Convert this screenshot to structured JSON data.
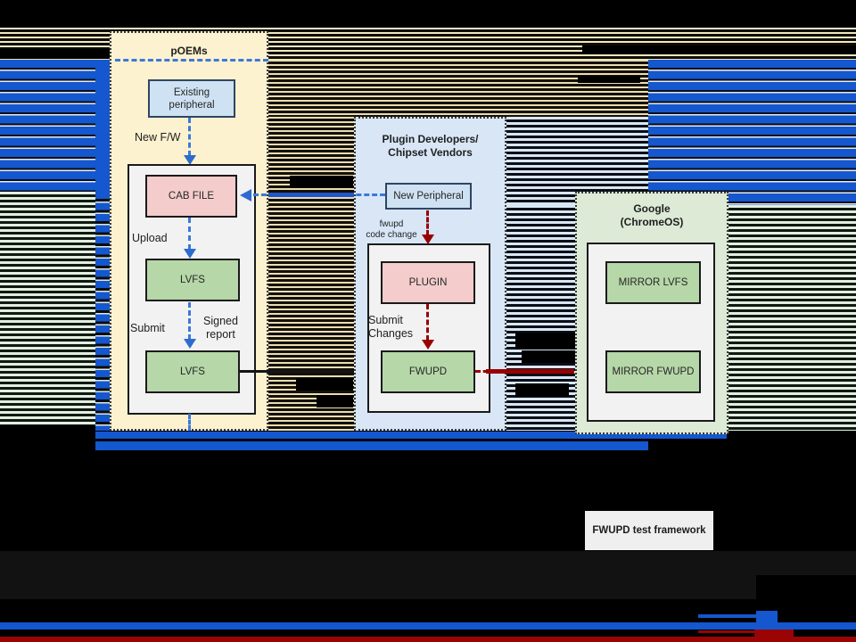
{
  "diagram": {
    "poems": {
      "title": "pOEMs",
      "existing_line1": "Existing",
      "existing_line2": "peripheral",
      "new_fw_label": "New F/W",
      "cab_file": "CAB FILE",
      "upload_label": "Upload",
      "lvfs_top": "LVFS",
      "submit_label": "Submit",
      "signed_line1": "Signed",
      "signed_line2": "report",
      "lvfs_bottom": "LVFS"
    },
    "plugin": {
      "title_line1": "Plugin Developers/",
      "title_line2": "Chipset Vendors",
      "new_peripheral": "New Peripheral",
      "code_change_line1": "fwupd",
      "code_change_line2": "code change",
      "plugin_box": "PLUGIN",
      "submit_line1": "Submit",
      "submit_line2": "Changes",
      "fwupd_box": "FWUPD"
    },
    "google": {
      "title_line1": "Google",
      "title_line2": "(ChromeOS)",
      "mirror_lvfs": "MIRROR LVFS",
      "mirror_fwupd": "MIRROR FWUPD"
    },
    "test_framework": {
      "label": "FWUPD test framework"
    }
  },
  "colors": {
    "background": "#000000",
    "glitch_blue": "#1457CF",
    "glitch_dark_red": "#9A0404",
    "glitch_charcoal": "#111111",
    "stripe_tan": "#EADDB2",
    "stripe_pale_green": "#E4EEE0",
    "stripe_pale_blue": "#D8E6F4",
    "panel_cream": "#FDF2CF",
    "panel_light_blue": "#D8E6F6",
    "panel_light_green": "#DCEAD6",
    "node_blue": "#CFE2F3",
    "node_pink": "#F4CCCC",
    "node_green": "#B6D7A8",
    "inner_gray": "#F2F2F2",
    "framework_gray": "#EFEFEF",
    "arrow_blue": "#3C78D8",
    "arrow_red": "#990000",
    "arrow_black": "#141414"
  }
}
